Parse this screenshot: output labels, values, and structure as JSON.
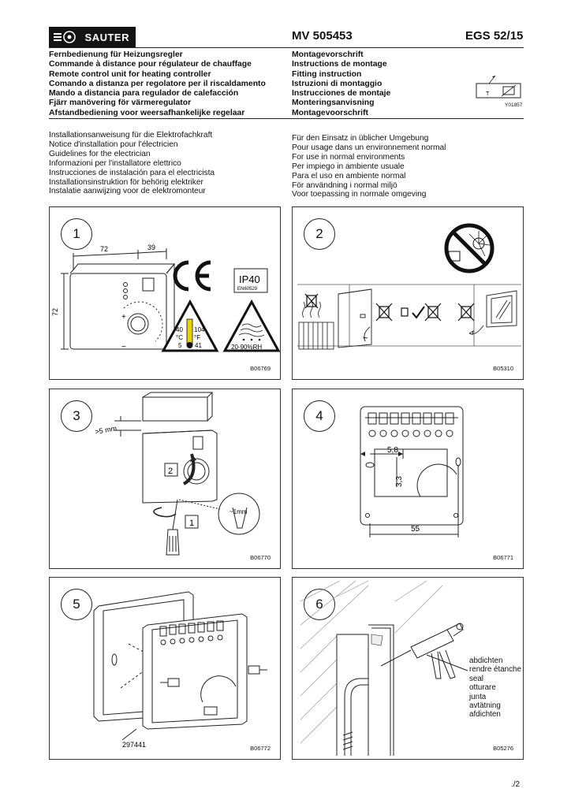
{
  "header": {
    "brand": "SAUTER",
    "product_code": "MV 505453",
    "model": "EGS 52/15",
    "symbol_code": "Y01857",
    "symbol_letter": "T"
  },
  "titles_left": [
    "Fernbedienung für Heizungsregler",
    "Commande à distance pour régulateur de chauffage",
    "Remote control unit for heating controller",
    "Comando a distanza per regolatore per il riscaldamento",
    "Mando a distancia para regulador de calefacción",
    "Fjärr manövering för värmeregulator",
    "Afstandbediening voor weersafhankelijke regelaar"
  ],
  "titles_right": [
    "Montagevorschrift",
    "Instructions de montage",
    "Fitting instruction",
    "Istruzioni di montaggio",
    "Instrucciones de montaje",
    "Monteringsanvisning",
    "Montagevoorschrift"
  ],
  "instructions_left": [
    "Installationsanweisung für die Elektrofachkraft",
    "Notice d'installation pour l'électricien",
    "Guidelines for the electrician",
    "Informazioni per l'installatore elettrico",
    "Instrucciones de instalación para el electricista",
    "Installationsinstruktion för behörig elektriker",
    "Instalatie aanwijzing voor de elektromonteur"
  ],
  "instructions_right": [
    "Für den Einsatz in üblicher Umgebung",
    "Pour usage dans un environnement normal",
    "For use in normal environments",
    "Per impiego in ambiente usuale",
    "Para el uso en ambiente normal",
    "För användning i normal miljö",
    "Voor toepassing in normale omgeving"
  ],
  "panels": [
    {
      "number": "1",
      "code": "B06769"
    },
    {
      "number": "2",
      "code": "B05310"
    },
    {
      "number": "3",
      "code": "B06770"
    },
    {
      "number": "4",
      "code": "B06771"
    },
    {
      "number": "5",
      "code": "B06772"
    },
    {
      "number": "6",
      "code": "B05276"
    }
  ],
  "panel1": {
    "dim_width": "72",
    "dim_depth": "39",
    "dim_height": "72",
    "ip_rating": "IP40",
    "ip_standard": "EN60529",
    "temp_hi_c": "40",
    "temp_hi_f": "104",
    "temp_unit_c": "°C",
    "temp_unit_f": "°F",
    "temp_lo_c": "5",
    "temp_lo_f": "41",
    "humidity": "20-90%RH",
    "plus": "+",
    "minus": "−"
  },
  "panel3": {
    "clearance": ">5 mm",
    "step2": "2",
    "step1": "1",
    "blade": "~1mm"
  },
  "panel4": {
    "dim_a": "5,8",
    "dim_b": "3,3",
    "dim_c": "55"
  },
  "panel5": {
    "part_number": "297441"
  },
  "panel6": {
    "seal_words": [
      "abdichten",
      "rendre étanche",
      "seal",
      "otturare",
      "junta",
      "avtätning",
      "afdichten"
    ]
  },
  "footer": {
    "page": "./2"
  }
}
